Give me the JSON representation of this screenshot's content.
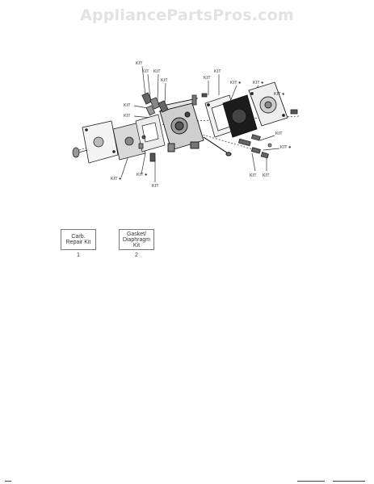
{
  "watermark": "AppliancePartsPros.com",
  "callouts": {
    "kit": "KIT",
    "kit_marked": "KIT ●"
  },
  "legend": [
    {
      "label": "Carb.\nRepair Kit",
      "number": "1"
    },
    {
      "label": "Gasket/\nDiaphragm\nKit",
      "number": "2"
    }
  ],
  "colors": {
    "ink": "#333333",
    "watermark": "#e2e2e2",
    "box_border": "#777777"
  }
}
